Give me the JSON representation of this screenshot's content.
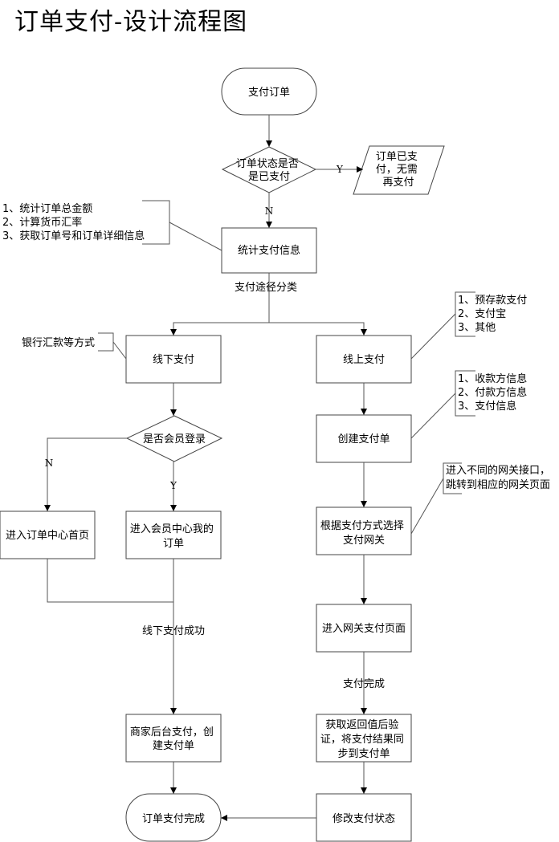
{
  "title": "订单支付-设计流程图",
  "colors": {
    "line": "#555555",
    "stroke": "#444444",
    "background": "#ffffff",
    "text": "#000000"
  },
  "nodes": {
    "start": {
      "shape": "terminator",
      "lines": [
        "支付订单"
      ]
    },
    "check_paid": {
      "shape": "decision",
      "lines": [
        "订单状态是否",
        "是已支付"
      ]
    },
    "already_paid": {
      "shape": "data",
      "lines": [
        "订单已支",
        "付，无需",
        "再支付"
      ]
    },
    "collect_info": {
      "shape": "process",
      "lines": [
        "统计支付信息"
      ]
    },
    "offline_pay": {
      "shape": "process",
      "lines": [
        "线下支付"
      ]
    },
    "online_pay": {
      "shape": "process",
      "lines": [
        "线上支付"
      ]
    },
    "member_check": {
      "shape": "decision",
      "lines": [
        "是否会员登录"
      ]
    },
    "order_center": {
      "shape": "process",
      "lines": [
        "进入订单中心首页"
      ]
    },
    "member_orders": {
      "shape": "process",
      "lines": [
        "进入会员中心我的",
        "订单"
      ]
    },
    "create_payment": {
      "shape": "process",
      "lines": [
        "创建支付单"
      ]
    },
    "select_gateway": {
      "shape": "process",
      "lines": [
        "根据支付方式选择",
        "支付网关"
      ]
    },
    "gateway_page": {
      "shape": "process",
      "lines": [
        "进入网关支付页面"
      ]
    },
    "merchant_backend": {
      "shape": "process",
      "lines": [
        "商家后台支付，创",
        "建支付单"
      ]
    },
    "verify_sync": {
      "shape": "process",
      "lines": [
        "获取返回值后验",
        "证，将支付结果同",
        "步到支付单"
      ]
    },
    "update_status": {
      "shape": "process",
      "lines": [
        "修改支付状态"
      ]
    },
    "end": {
      "shape": "terminator",
      "lines": [
        "订单支付完成"
      ]
    }
  },
  "annotations": {
    "collect_info_note": [
      "1、统计订单总金额",
      "2、计算货币汇率",
      "3、获取订单号和订单详细信息"
    ],
    "offline_note": [
      "银行汇款等方式"
    ],
    "online_note": [
      "1、预存款支付",
      "2、支付宝",
      "3、其他"
    ],
    "create_payment_note": [
      "1、收款方信息",
      "2、付款方信息",
      "3、支付信息"
    ],
    "gateway_note": [
      "进入不同的网关接口，",
      "跳转到相应的网关页面"
    ]
  },
  "edge_labels": {
    "yes_paid": "Y",
    "no_paid": "N",
    "payment_route": "支付途径分类",
    "member_no": "N",
    "member_yes": "Y",
    "offline_success": "线下支付成功",
    "payment_done": "支付完成"
  }
}
